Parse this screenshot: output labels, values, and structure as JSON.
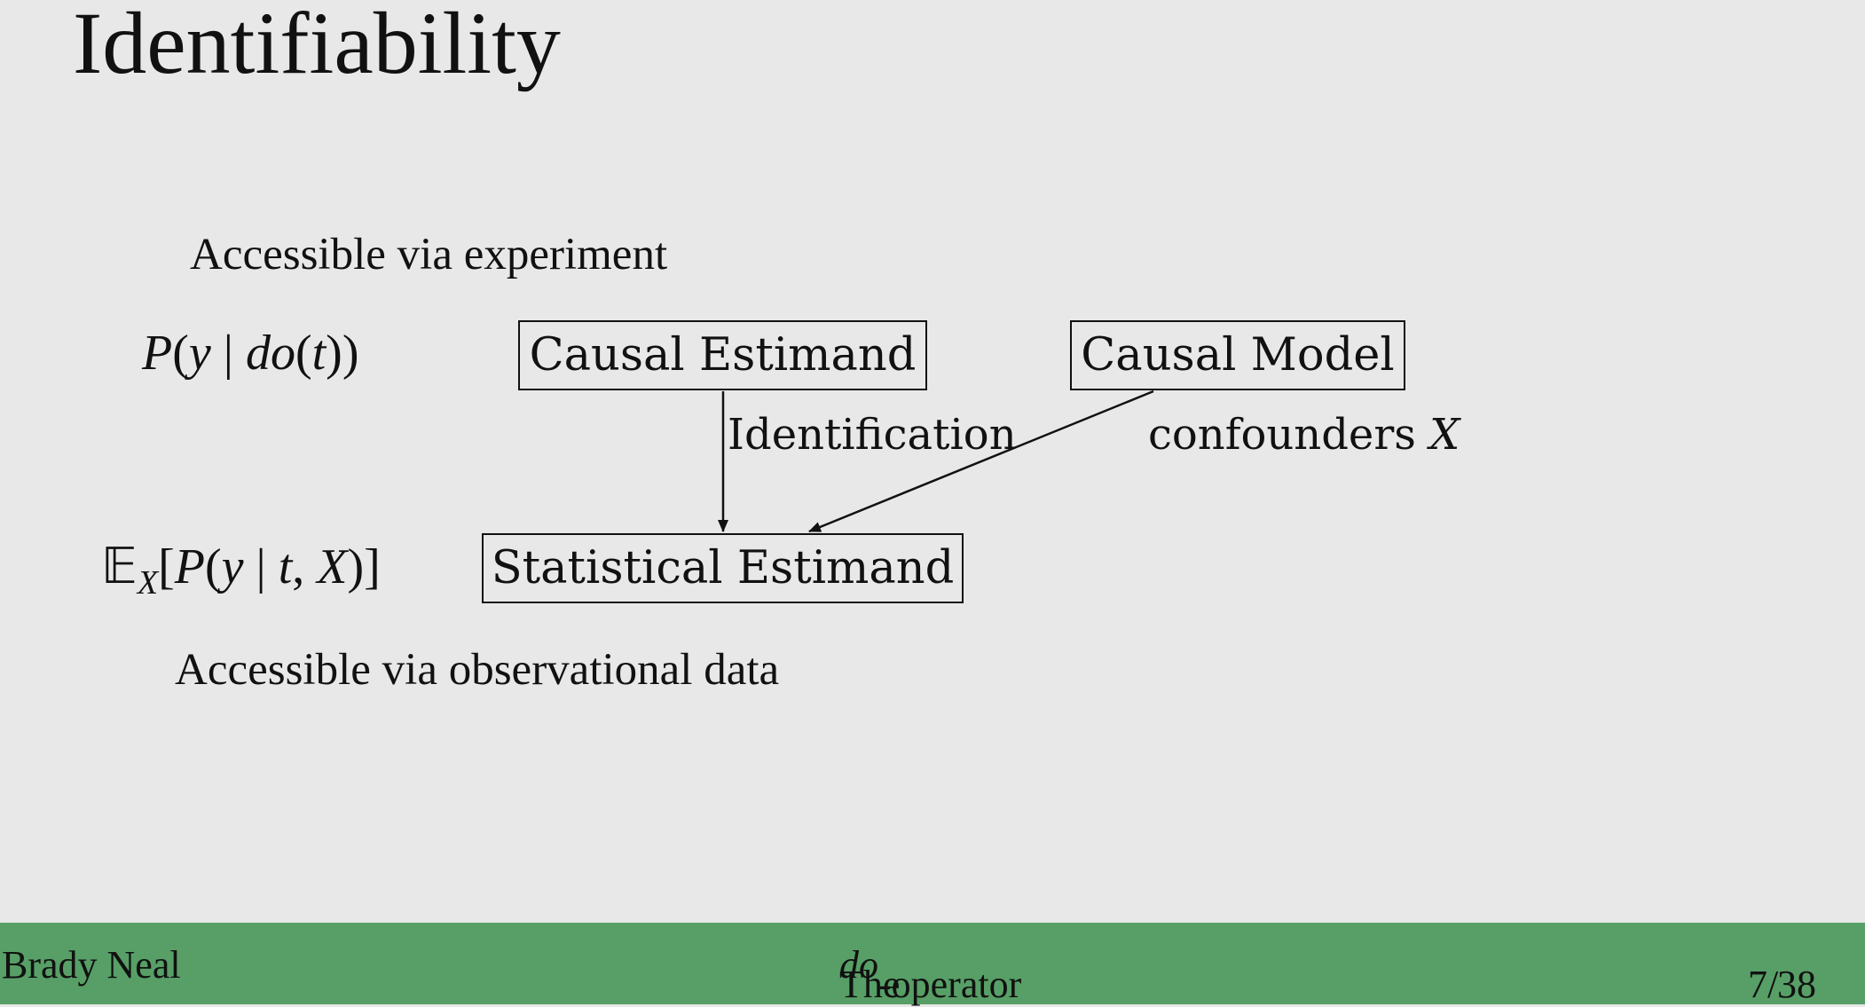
{
  "slide": {
    "title": "Identifiability",
    "top_note": "Accessible via experiment",
    "bottom_note": "Accessible via observational data"
  },
  "math": {
    "causal_expr_prefix": "P",
    "causal_expr_rest_1": "(",
    "causal_expr_y": "y",
    "causal_expr_mid": " | ",
    "causal_expr_do": "do",
    "causal_expr_paren1": "(",
    "causal_expr_t": "t",
    "causal_expr_close": "))",
    "stat_expr_E": "𝔼",
    "stat_expr_sub": "X",
    "stat_expr_open": "[",
    "stat_expr_P": "P",
    "stat_expr_paren": "(",
    "stat_expr_y": "y",
    "stat_expr_bar": " | ",
    "stat_expr_t": "t",
    "stat_expr_comma": ", ",
    "stat_expr_X": "X",
    "stat_expr_close": ")]"
  },
  "diagram": {
    "nodes": {
      "causal_estimand": "Causal Estimand",
      "causal_model": "Causal Model",
      "statistical_estimand": "Statistical Estimand"
    },
    "edges": {
      "identification_label": "Identification",
      "confounders_label": "confounders",
      "confounders_var": "X"
    }
  },
  "footer": {
    "author": "Brady Neal",
    "title_italic": "do",
    "title_rest": "-operator",
    "title_prefix": "The ",
    "page_current": "7",
    "page_sep": "/",
    "page_total": "38"
  }
}
